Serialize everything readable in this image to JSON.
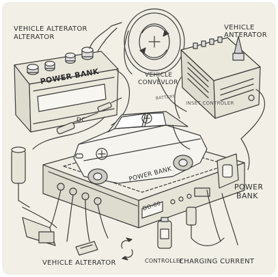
{
  "labels": {
    "top_left_1": "VEHICLE ALTERATOR",
    "top_left_2": "ALTERATOR",
    "battery_sign": "POWER BANK",
    "top_right_1": "VEHICLE",
    "top_right_2": "ANTERATOR",
    "center_1": "VEHICLE",
    "center_2": "CONVEVLOR",
    "small_battery": "BATTERY",
    "inset_controller": "INSET CONTROLER",
    "dc": "DC",
    "platform": "POWER BANK",
    "display": "DO-00",
    "right_power_1": "POWER",
    "right_power_2": "BANK",
    "bottom_left": "VEHICLE ALTERATOR",
    "controller": "CONTROLLEF",
    "charging": "CHARGING CURRENT"
  },
  "colors": {
    "background": "#f2f0e6",
    "ink": "#2e2e2e"
  }
}
